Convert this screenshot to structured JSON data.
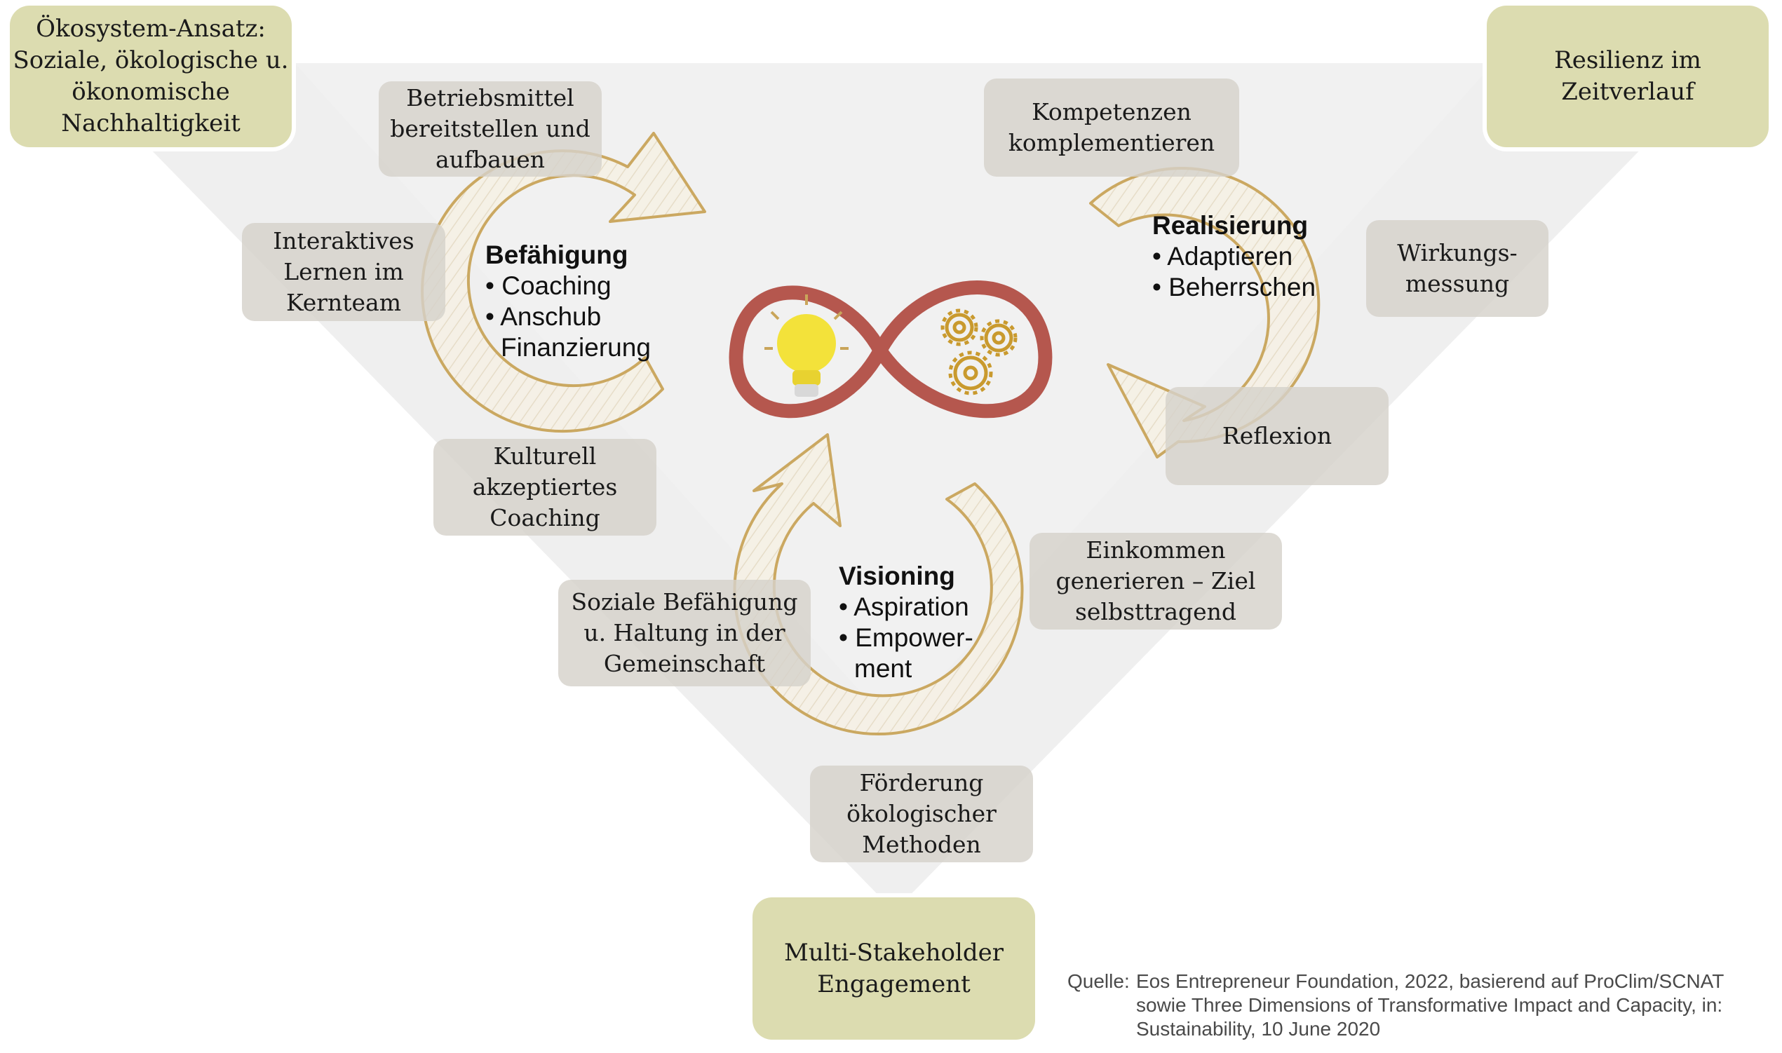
{
  "corners": {
    "top_left": "Ökosystem-Ansatz:\nSoziale, ökologische u.\nökonomische\nNachhaltigkeit",
    "top_right": "Resilienz im\nZeitverlauf",
    "bottom": "Multi-Stakeholder\nEngagement"
  },
  "labels": {
    "betriebsmittel": "Betriebsmittel\nbereitstellen und\naufbauen",
    "interaktives": "Interaktives\nLernen im\nKernteam",
    "kulturell": "Kulturell\nakzeptiertes\nCoaching",
    "kompetenzen": "Kompetenzen\nkomplementieren",
    "wirkung": "Wirkungs-\nmessung",
    "reflexion": "Reflexion",
    "einkommen": "Einkommen\ngenerieren – Ziel\nselbsttragend",
    "soziale": "Soziale Befähigung\nu. Haltung in der\nGemeinschaft",
    "foerderung": "Förderung\nökologischer\nMethoden"
  },
  "phases": {
    "befaehigung": {
      "title": "Befähigung",
      "item1": "• Coaching",
      "item2": "• Anschub",
      "item2_cont": "Finanzierung"
    },
    "realisierung": {
      "title": "Realisierung",
      "item1": "• Adaptieren",
      "item2": "• Beherrschen"
    },
    "visioning": {
      "title": "Visioning",
      "item1": "• Aspiration",
      "item2": "• Empower-",
      "item2_cont": "ment"
    }
  },
  "source": {
    "label": "Quelle:",
    "line1": "Eos Entrepreneur Foundation, 2022, basierend auf ProClim/SCNAT",
    "line2": "sowie Three Dimensions of Transformative Impact and Capacity, in:",
    "line3": "Sustainability, 10 June 2020"
  },
  "colors": {
    "triangle": "#efefef",
    "corner_box": "#dcdcb0",
    "label_box": "#d6d2cb",
    "arrow_fill": "#f4eee2",
    "arrow_outline": "#c9a55a",
    "infinity": "#b5574e",
    "bulb": "#f3e23a",
    "gears": "#c99a2e"
  },
  "icons": [
    "circular-arrow-icon",
    "infinity-loop-icon",
    "lightbulb-icon",
    "gears-icon"
  ]
}
